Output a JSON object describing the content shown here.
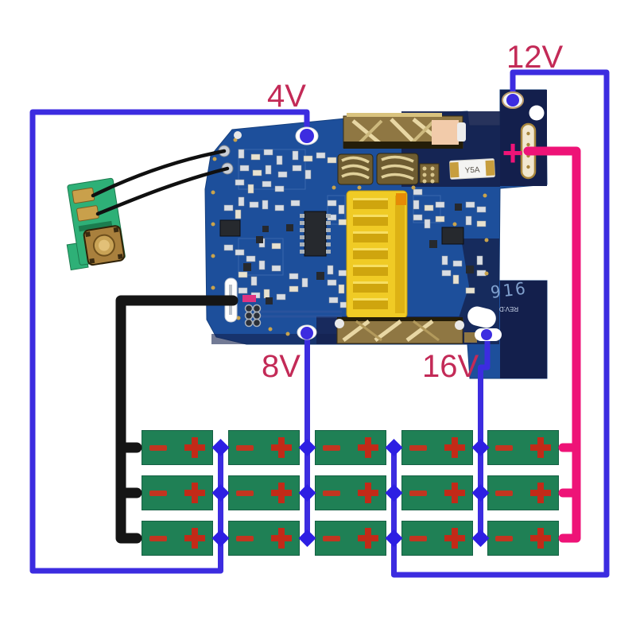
{
  "labels": {
    "tap_4v": "4V",
    "tap_8v": "8V",
    "tap_12v": "12V",
    "tap_16v": "16V",
    "pack_positive": "+",
    "silkscreen_code": "916",
    "silkscreen_rev": "REV:D",
    "fuse_marking": "Y5A"
  },
  "battery_pack": {
    "rows": 3,
    "columns": 5,
    "cell_count": 15,
    "minus_mark": "-",
    "plus_mark": "+"
  },
  "colors": {
    "sense_wire": "#3c2ce0",
    "junction_node": "#2d1fe3",
    "negative_wire": "#151515",
    "positive_wire": "#ee1377",
    "tap_label": "#c32a57",
    "pcb_blue": "#1d4f9b",
    "pcb_dark": "#15224e",
    "cell_green": "#1f8055",
    "terminal_red": "#c23520",
    "connector_yellow": "#f0cb25",
    "sensor_board_green": "#2eb077"
  }
}
